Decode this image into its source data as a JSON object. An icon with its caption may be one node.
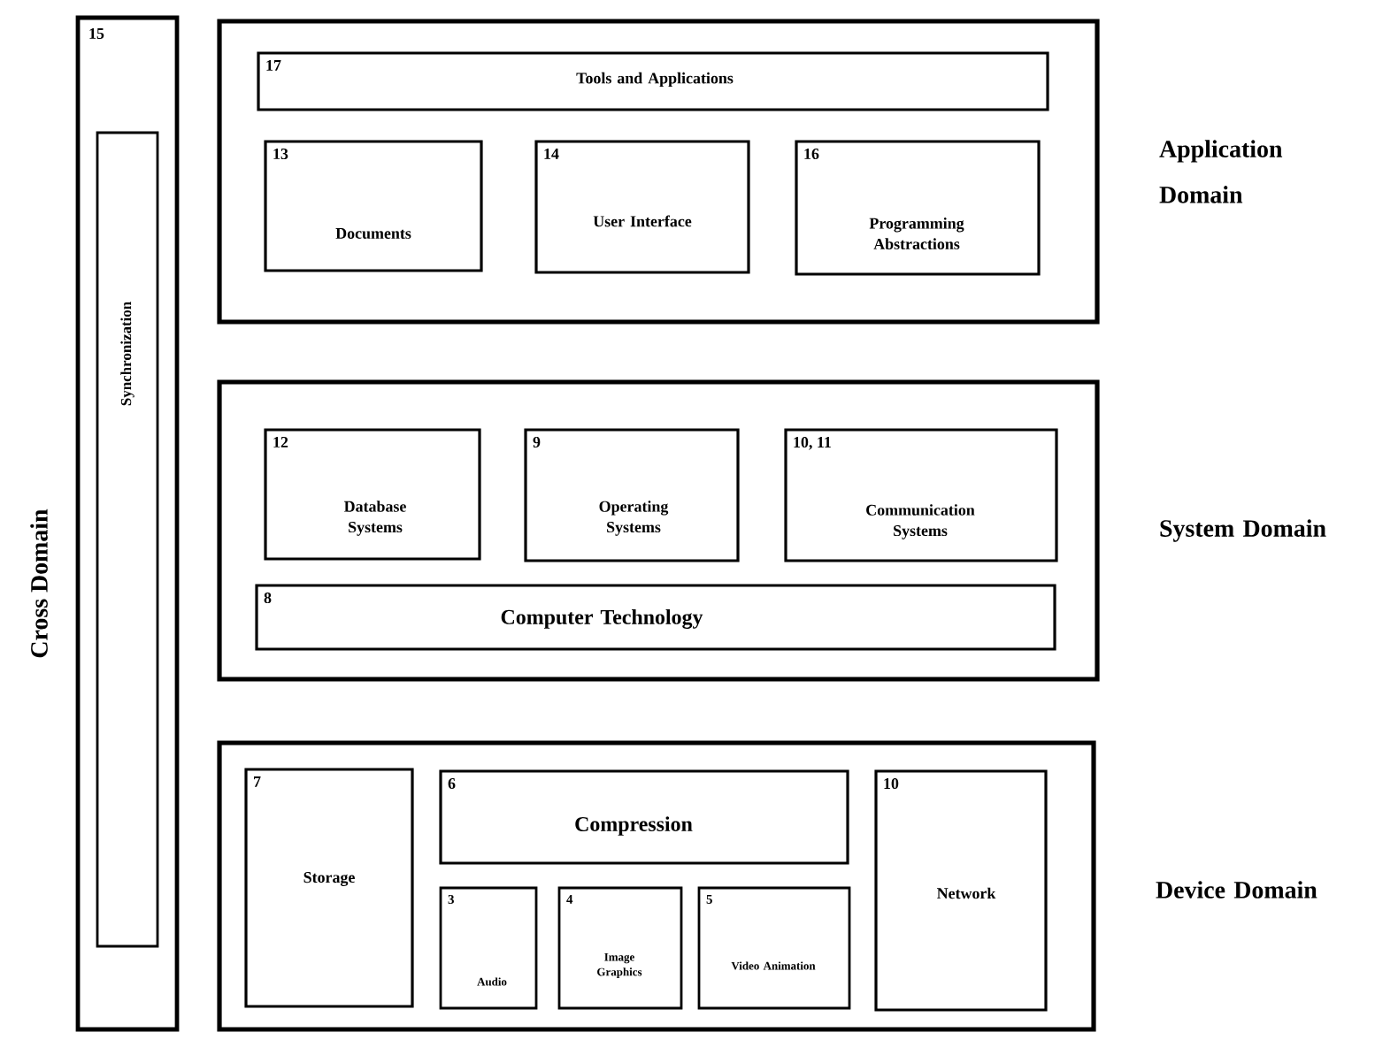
{
  "diagram": {
    "nodes": [
      {
        "text": [
          "15",
          "Cross Domain"
        ]
      },
      {
        "text": [
          "Synchronization"
        ],
        "in": 0
      },
      {
        "text": [
          "Application Domain"
        ]
      },
      {
        "text": [
          "17",
          "Tools and Applications"
        ],
        "in": 2
      },
      {
        "text": [
          "13",
          "Documents"
        ],
        "in": 2
      },
      {
        "text": [
          "14",
          "User Interface"
        ],
        "in": 2
      },
      {
        "text": [
          "16",
          "Programming Abstractions"
        ],
        "in": 2
      },
      {
        "text": [
          "System Domain"
        ]
      },
      {
        "text": [
          "12",
          "Database Systems"
        ],
        "in": 7
      },
      {
        "text": [
          "9",
          "Operating Systems"
        ],
        "in": 7
      },
      {
        "text": [
          "10, 11",
          "Communication Systems"
        ],
        "in": 7
      },
      {
        "text": [
          "8",
          "Computer Technology"
        ],
        "in": 7
      },
      {
        "text": [
          "Device Domain"
        ]
      },
      {
        "text": [
          "7",
          "Storage"
        ],
        "in": 12
      },
      {
        "text": [
          "6",
          "Compression"
        ],
        "in": 12
      },
      {
        "text": [
          "3",
          "Audio"
        ],
        "in": 12
      },
      {
        "text": [
          "4",
          "Image Graphics"
        ],
        "in": 12
      },
      {
        "text": [
          "5",
          "Video Animation"
        ],
        "in": 12
      },
      {
        "text": [
          "10",
          "Network"
        ],
        "in": 12
      }
    ]
  }
}
